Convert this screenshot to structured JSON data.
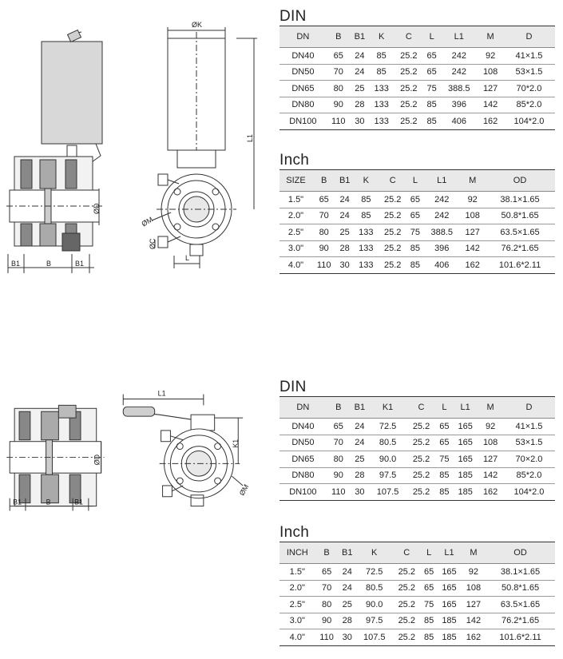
{
  "drawing_labels": {
    "top": {
      "B1_left": "B1",
      "B": "B",
      "B1_right": "B1",
      "D": "ØD",
      "K": "ØK",
      "L1": "L1",
      "M": "ØM",
      "C": "ØC",
      "L": "L"
    },
    "bottom": {
      "B1_left": "B1",
      "B": "B",
      "B1_right": "B1",
      "D": "ØD",
      "L1": "L1",
      "K1": "K1",
      "M": "ØM"
    }
  },
  "tables": {
    "t1": {
      "title": "DIN",
      "headers": [
        "DN",
        "B",
        "B1",
        "K",
        "C",
        "L",
        "L1",
        "M",
        "D"
      ],
      "rows": [
        [
          "DN40",
          "65",
          "24",
          "85",
          "25.2",
          "65",
          "242",
          "92",
          "41×1.5"
        ],
        [
          "DN50",
          "70",
          "24",
          "85",
          "25.2",
          "65",
          "242",
          "108",
          "53×1.5"
        ],
        [
          "DN65",
          "80",
          "25",
          "133",
          "25.2",
          "75",
          "388.5",
          "127",
          "70*2.0"
        ],
        [
          "DN80",
          "90",
          "28",
          "133",
          "25.2",
          "85",
          "396",
          "142",
          "85*2.0"
        ],
        [
          "DN100",
          "110",
          "30",
          "133",
          "25.2",
          "85",
          "406",
          "162",
          "104*2.0"
        ]
      ]
    },
    "t2": {
      "title": "Inch",
      "headers": [
        "SIZE",
        "B",
        "B1",
        "K",
        "C",
        "L",
        "L1",
        "M",
        "OD"
      ],
      "rows": [
        [
          "1.5\"",
          "65",
          "24",
          "85",
          "25.2",
          "65",
          "242",
          "92",
          "38.1×1.65"
        ],
        [
          "2.0\"",
          "70",
          "24",
          "85",
          "25.2",
          "65",
          "242",
          "108",
          "50.8*1.65"
        ],
        [
          "2.5\"",
          "80",
          "25",
          "133",
          "25.2",
          "75",
          "388.5",
          "127",
          "63.5×1.65"
        ],
        [
          "3.0\"",
          "90",
          "28",
          "133",
          "25.2",
          "85",
          "396",
          "142",
          "76.2*1.65"
        ],
        [
          "4.0\"",
          "110",
          "30",
          "133",
          "25.2",
          "85",
          "406",
          "162",
          "101.6*2.11"
        ]
      ]
    },
    "t3": {
      "title": "DIN",
      "headers": [
        "DN",
        "B",
        "B1",
        "K1",
        "C",
        "L",
        "L1",
        "M",
        "D"
      ],
      "rows": [
        [
          "DN40",
          "65",
          "24",
          "72.5",
          "25.2",
          "65",
          "165",
          "92",
          "41×1.5"
        ],
        [
          "DN50",
          "70",
          "24",
          "80.5",
          "25.2",
          "65",
          "165",
          "108",
          "53×1.5"
        ],
        [
          "DN65",
          "80",
          "25",
          "90.0",
          "25.2",
          "75",
          "165",
          "127",
          "70×2.0"
        ],
        [
          "DN80",
          "90",
          "28",
          "97.5",
          "25.2",
          "85",
          "185",
          "142",
          "85*2.0"
        ],
        [
          "DN100",
          "110",
          "30",
          "107.5",
          "25.2",
          "85",
          "185",
          "162",
          "104*2.0"
        ]
      ]
    },
    "t4": {
      "title": "Inch",
      "headers": [
        "INCH",
        "B",
        "B1",
        "K",
        "C",
        "L",
        "L1",
        "M",
        "OD"
      ],
      "rows": [
        [
          "1.5\"",
          "65",
          "24",
          "72.5",
          "25.2",
          "65",
          "165",
          "92",
          "38.1×1.65"
        ],
        [
          "2.0\"",
          "70",
          "24",
          "80.5",
          "25.2",
          "65",
          "165",
          "108",
          "50.8*1.65"
        ],
        [
          "2.5\"",
          "80",
          "25",
          "90.0",
          "25.2",
          "75",
          "165",
          "127",
          "63.5×1.65"
        ],
        [
          "3.0\"",
          "90",
          "28",
          "97.5",
          "25.2",
          "85",
          "185",
          "142",
          "76.2*1.65"
        ],
        [
          "4.0\"",
          "110",
          "30",
          "107.5",
          "25.2",
          "85",
          "185",
          "162",
          "101.6*2.11"
        ]
      ]
    }
  }
}
